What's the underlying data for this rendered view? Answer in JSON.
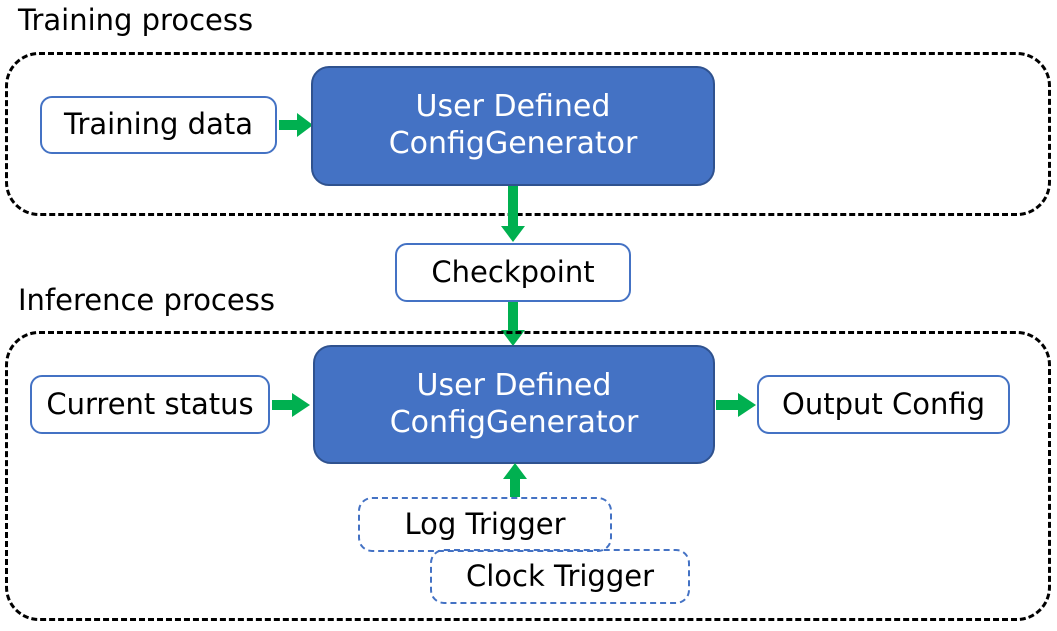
{
  "diagram": {
    "title_training": "Training process",
    "title_inference": "Inference process",
    "colors": {
      "node_fill_blue": "#4472C4",
      "node_border_blue": "#2F528F",
      "node_border_outline": "#4472C4",
      "arrow_green": "#00B050",
      "group_border": "#000000",
      "text_dark": "#000000",
      "text_light": "#FFFFFF"
    },
    "nodes": {
      "training_data": "Training data",
      "config_generator_training": "User Defined\nConfigGenerator",
      "config_generator_training_line1": "User Defined",
      "config_generator_training_line2": "ConfigGenerator",
      "checkpoint": "Checkpoint",
      "current_status": "Current status",
      "config_generator_inference_line1": "User Defined",
      "config_generator_inference_line2": "ConfigGenerator",
      "output_config": "Output Config",
      "log_trigger": "Log Trigger",
      "clock_trigger": "Clock Trigger"
    },
    "edges": [
      {
        "from": "training_data",
        "to": "config_generator_training",
        "direction": "right"
      },
      {
        "from": "config_generator_training",
        "to": "checkpoint",
        "direction": "down"
      },
      {
        "from": "checkpoint",
        "to": "config_generator_inference",
        "direction": "down"
      },
      {
        "from": "current_status",
        "to": "config_generator_inference",
        "direction": "right"
      },
      {
        "from": "config_generator_inference",
        "to": "output_config",
        "direction": "right"
      },
      {
        "from": "log_trigger",
        "to": "config_generator_inference",
        "direction": "up"
      }
    ]
  }
}
